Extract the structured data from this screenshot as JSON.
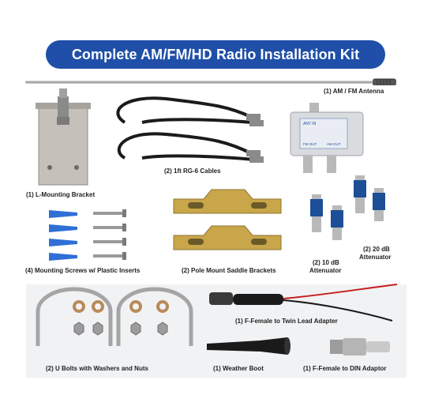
{
  "title": "Complete AM/FM/HD Radio Installation Kit",
  "labels": {
    "antenna": "(1) AM / FM Antenna",
    "cables": "(2) 1ft RG-6 Cables",
    "bracket": "(1) L-Mounting Bracket",
    "screws": "(4) Mounting Screws w/ Plastic Inserts",
    "saddle": "(2) Pole Mount Saddle Brackets",
    "att10_line1": "(2) 10 dB",
    "att10_line2": "Attenuator",
    "att20_line1": "(2) 20 dB",
    "att20_line2": "Attenuator",
    "adapter": "(1) F-Female to Twin Lead Adapter",
    "ubolts": "(2) U Bolts with Washers and Nuts",
    "boot": "(1) Weather Boot",
    "din": "(1) F-Female to DIN Adaptor"
  },
  "splitter": {
    "ant_in": "ANT IN",
    "out_left": "FM OUT",
    "out_right": "AM OUT"
  },
  "colors": {
    "title_bg": "#1f4fa8",
    "panel_bg": "#f1f2f4",
    "anchor_blue": "#2f6fd6",
    "brass": "#c9a64a",
    "attenuator_blue": "#1c4f95"
  }
}
